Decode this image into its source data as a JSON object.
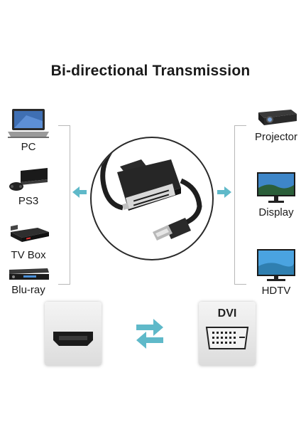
{
  "title": "Bi-directional Transmission",
  "inputs": [
    {
      "label": "PC",
      "icon": "laptop-icon"
    },
    {
      "label": "PS3",
      "icon": "game-console-icon"
    },
    {
      "label": "TV Box",
      "icon": "tv-box-icon"
    },
    {
      "label": "Blu-ray",
      "icon": "bluray-player-icon"
    }
  ],
  "outputs": [
    {
      "label": "Projector",
      "icon": "projector-icon"
    },
    {
      "label": "Display",
      "icon": "monitor-icon"
    },
    {
      "label": "HDTV",
      "icon": "hdtv-icon"
    }
  ],
  "ports": {
    "left": {
      "icon": "hdmi-port-icon"
    },
    "right": {
      "label": "DVI",
      "icon": "dvi-port-icon"
    }
  },
  "colors": {
    "arrow": "#5fb9c9",
    "bracket": "#b8b8b8",
    "cable": "#1e1e1e"
  }
}
